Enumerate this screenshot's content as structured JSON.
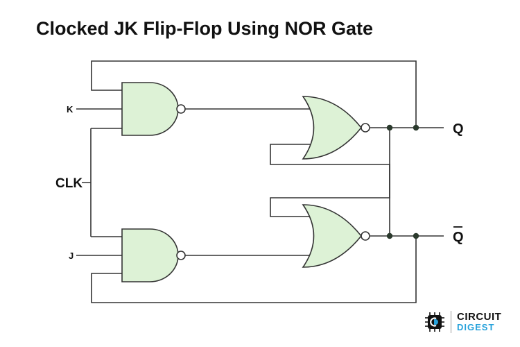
{
  "title": "Clocked JK Flip-Flop Using NOR Gate",
  "labels": {
    "k": "K",
    "j": "J",
    "clk": "CLK",
    "q": "Q",
    "q_bar": "Q"
  },
  "colors": {
    "gate_fill": "#ddf2d6",
    "wire": "#333333",
    "node": "#2b3a2d",
    "brand_accent": "#27a2db"
  },
  "logo": {
    "line1": "CIRCUIT",
    "line2": "DIGEST"
  }
}
